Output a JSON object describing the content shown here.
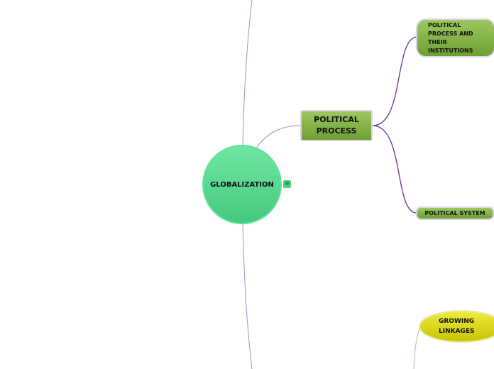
{
  "root": {
    "label": "GLOBALIZATION",
    "color": "#5fe39a",
    "note_icon": "notes-icon"
  },
  "nodes": {
    "political_process": {
      "label": "POLITICAL PROCESS",
      "color": "#86b54a"
    },
    "process_institutions": {
      "label": "POLITICAL PROCESS AND THEIR INSTITUTIONS"
    },
    "political_system": {
      "label": "POLITICAL SYSTEM"
    },
    "growing_linkages": {
      "label": "GROWING LINKAGES",
      "color": "#dcd51a"
    }
  },
  "link_color": "#7a3fa0"
}
